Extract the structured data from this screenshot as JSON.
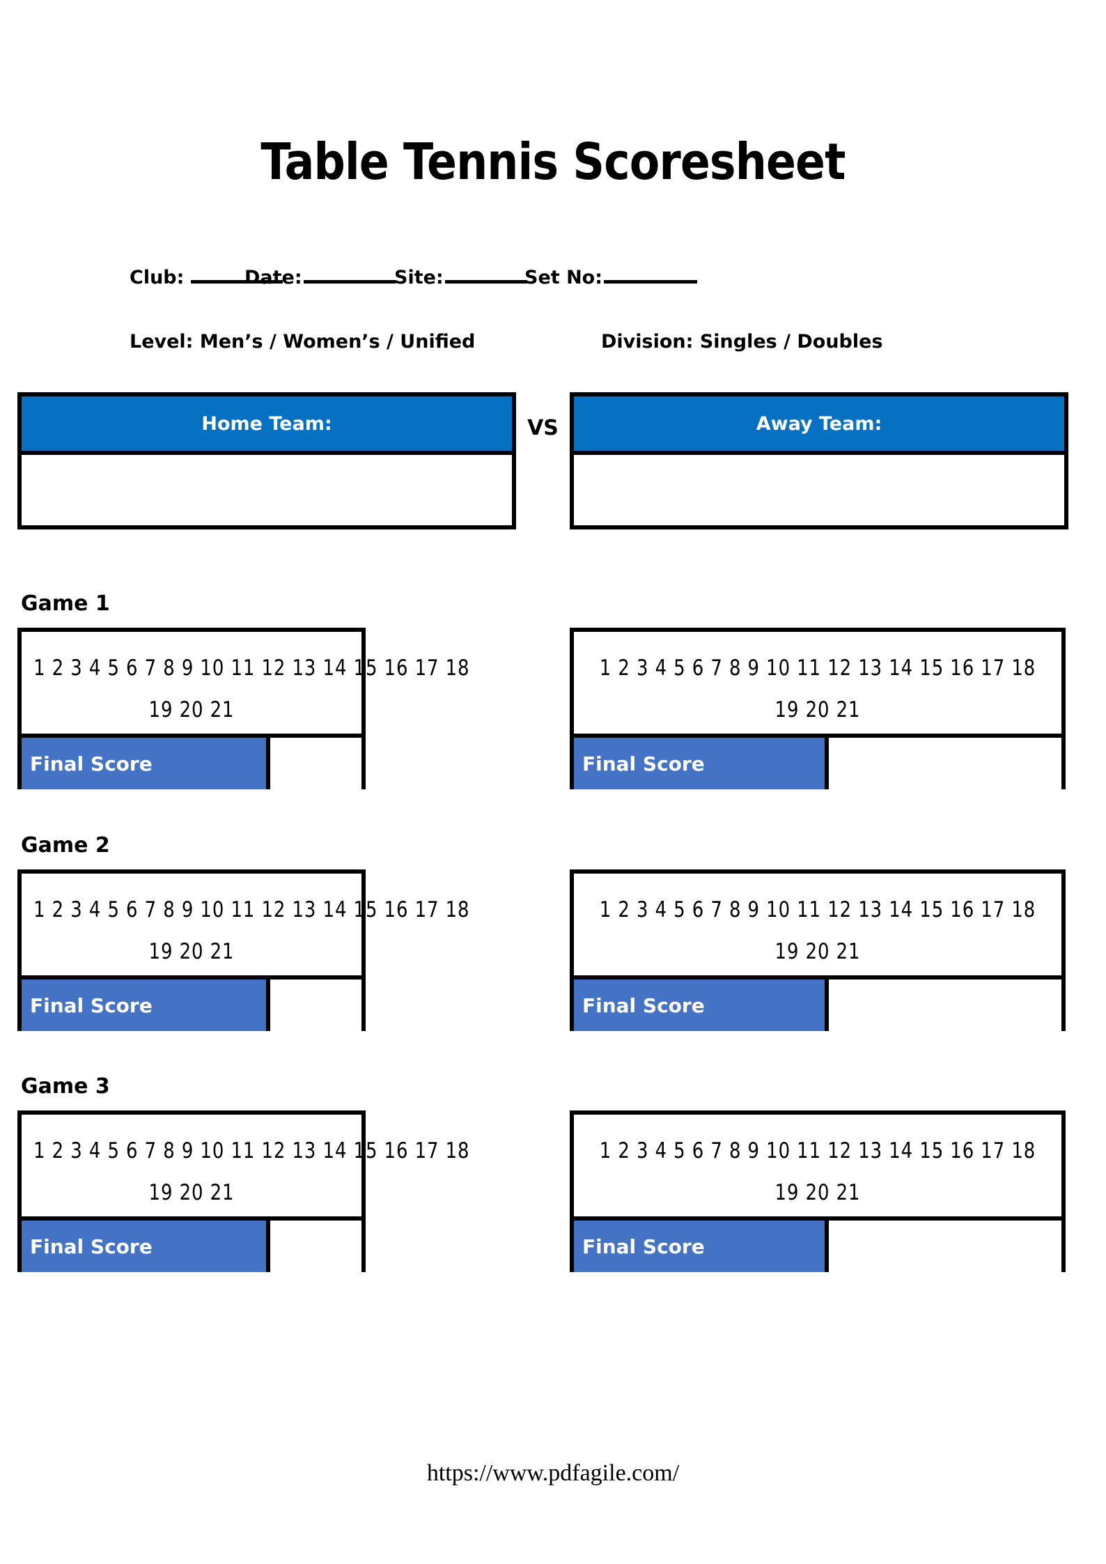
{
  "document": {
    "title": "Table Tennis Scoresheet"
  },
  "meta": {
    "fields": [
      {
        "label": "Club:",
        "value": "",
        "rule": true
      },
      {
        "label": "Date:",
        "value": "",
        "rule": true
      },
      {
        "label": "Site:",
        "value": "",
        "rule": true
      },
      {
        "label": "Set No:",
        "value": "",
        "rule": true
      }
    ]
  },
  "classification": {
    "level": "Level: Men’s / Women’s / Unified",
    "division": "Division: Singles / Doubles"
  },
  "matchup": {
    "home_label": "Home Team:",
    "home_value": "",
    "vs_label": "VS",
    "away_label": "Away Team:",
    "away_value": ""
  },
  "score_track": {
    "line1": "1 2 3 4 5 6 7 8 9 10 11 12 13 14 15 16 17 18",
    "line2": "19 20 21",
    "points": [
      1,
      2,
      3,
      4,
      5,
      6,
      7,
      8,
      9,
      10,
      11,
      12,
      13,
      14,
      15,
      16,
      17,
      18,
      19,
      20,
      21
    ]
  },
  "final_score": {
    "label": "Final Score",
    "value": ""
  },
  "games": [
    {
      "label": "Game 1"
    },
    {
      "label": "Game 2"
    },
    {
      "label": "Game 3"
    }
  ],
  "footer": {
    "url": "https://www.pdfagile.com/"
  },
  "colors": {
    "team_header_blue": "#0670c2",
    "final_score_blue": "#4472c4",
    "border_black": "#000000",
    "page_white": "#ffffff",
    "text_white": "#ffffff"
  }
}
